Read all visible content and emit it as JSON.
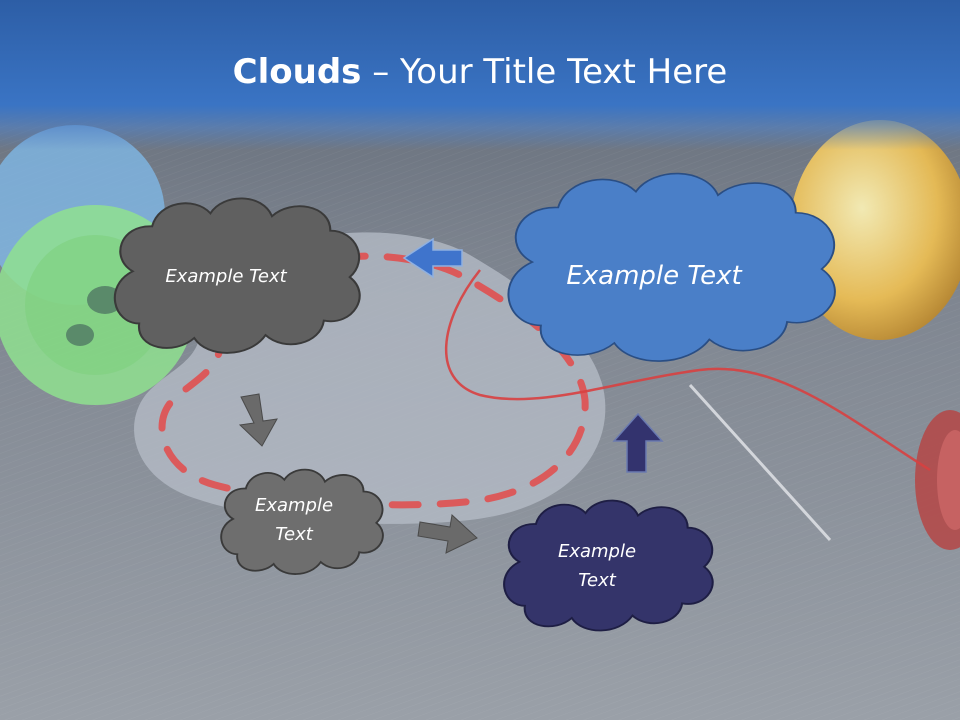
{
  "slide": {
    "title_bold": "Clouds",
    "title_rest": " – Your Title Text Here"
  },
  "colors": {
    "title_bar": "#3a74c4",
    "cloud_gray": "#606060",
    "cloud_gray_light": "#6e6e6e",
    "cloud_blue": "#4a7fc8",
    "cloud_navy": "#34346a",
    "arrow_blue": "#3f74cc",
    "arrow_gray": "#6a6a6a",
    "arrow_navy": "#33336e"
  },
  "diagram": {
    "clouds": [
      {
        "id": "cloud-1",
        "lines": [
          "Example Text"
        ]
      },
      {
        "id": "cloud-2",
        "lines": [
          "Example",
          "Text"
        ]
      },
      {
        "id": "cloud-3",
        "lines": [
          "Example",
          "Text"
        ]
      },
      {
        "id": "cloud-4",
        "lines": [
          "Example Text"
        ]
      }
    ]
  }
}
